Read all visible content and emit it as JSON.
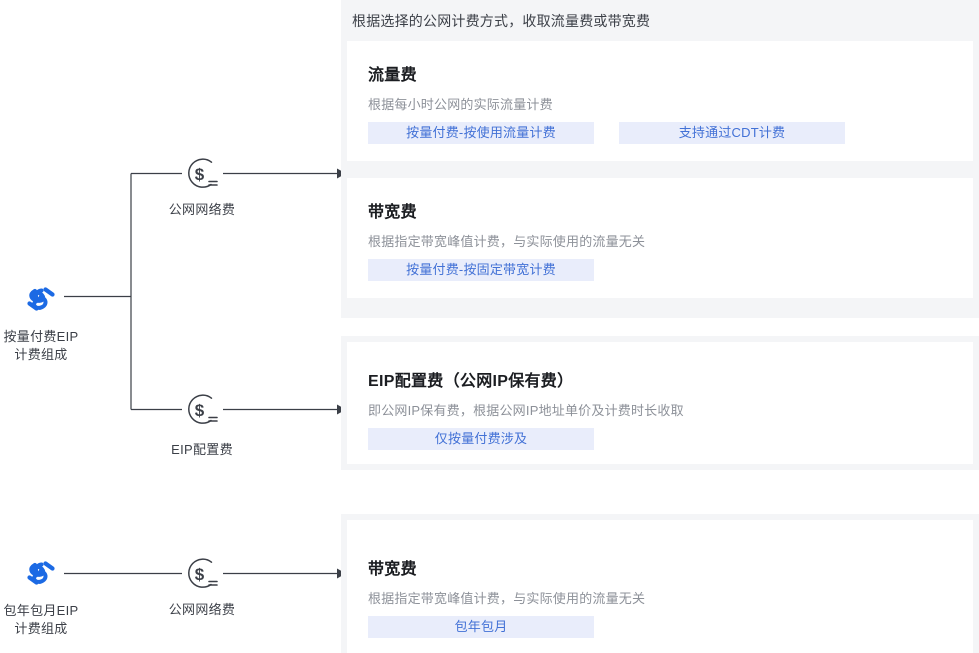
{
  "flow": {
    "groups": [
      {
        "id": "pay-as-you-go",
        "icon": "chain-link-icon",
        "label": "按量付费EIP\n计费组成",
        "branches": [
          {
            "id": "public-network-fee",
            "icon": "dollar-coin-icon",
            "label": "公网网络费"
          },
          {
            "id": "eip-config-fee",
            "icon": "dollar-coin-icon",
            "label": "EIP配置费"
          }
        ]
      },
      {
        "id": "subscription",
        "icon": "chain-link-icon",
        "label": "包年包月EIP\n计费组成",
        "branches": [
          {
            "id": "public-network-fee-2",
            "icon": "dollar-coin-icon",
            "label": "公网网络费"
          }
        ]
      }
    ]
  },
  "panels": [
    {
      "id": "public-network-fee-panel",
      "header": "根据选择的公网计费方式，收取流量费或带宽费",
      "cards": [
        {
          "id": "traffic-fee-card",
          "title": "流量费",
          "desc": "根据每小时公网的实际流量计费",
          "tags": [
            "按量付费-按使用流量计费",
            "支持通过CDT计费"
          ]
        },
        {
          "id": "bandwidth-fee-card",
          "title": "带宽费",
          "desc": "根据指定带宽峰值计费，与实际使用的流量无关",
          "tags": [
            "按量付费-按固定带宽计费"
          ]
        }
      ]
    },
    {
      "id": "eip-config-fee-panel",
      "header": "",
      "cards": [
        {
          "id": "eip-config-card",
          "title": "EIP配置费（公网IP保有费）",
          "desc": "即公网IP保有费，根据公网IP地址单价及计费时长收取",
          "tags": [
            "仅按量付费涉及"
          ]
        }
      ]
    },
    {
      "id": "subscription-bandwidth-panel",
      "header": "",
      "cards": [
        {
          "id": "subscription-bandwidth-card",
          "title": "带宽费",
          "desc": "根据指定带宽峰值计费，与实际使用的流量无关",
          "tags": [
            "包年包月"
          ]
        }
      ]
    }
  ],
  "colors": {
    "panel_bg": "#f4f5f7",
    "card_bg": "#ffffff",
    "tag_bg": "#e9edfb",
    "tag_text": "#4271d6",
    "accent_blue": "#1c6ae4",
    "line": "#3b3f47",
    "title": "#1b1d21",
    "desc": "#8d9199"
  }
}
